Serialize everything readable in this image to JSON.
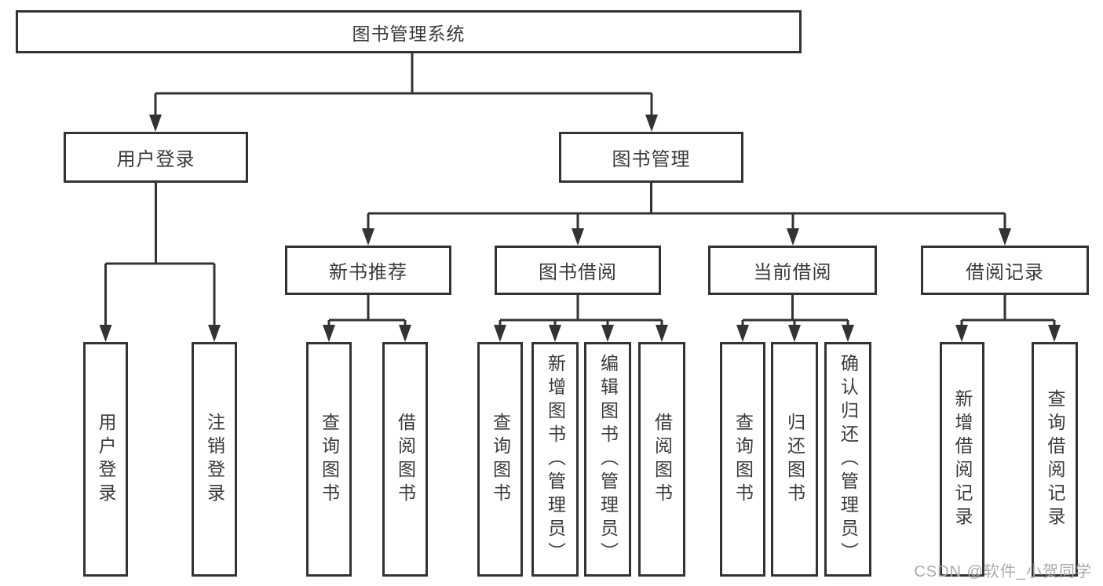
{
  "diagram_title": "图书管理系统",
  "nodes": {
    "root": {
      "label": "图书管理系统"
    },
    "user_login": {
      "label": "用户登录"
    },
    "book_mgmt": {
      "label": "图书管理"
    },
    "new_book_rec": {
      "label": "新书推荐"
    },
    "book_borrow": {
      "label": "图书借阅"
    },
    "current_borrow": {
      "label": "当前借阅"
    },
    "borrow_records": {
      "label": "借阅记录"
    },
    "leaf_user_login": {
      "label": "用户登录"
    },
    "leaf_logout": {
      "label": "注销登录"
    },
    "leaf_rec_query_books": {
      "label": "查询图书"
    },
    "leaf_rec_borrow_books": {
      "label": "借阅图书"
    },
    "leaf_bb_query_books": {
      "label": "查询图书"
    },
    "leaf_bb_add_books": {
      "label": "新增图书（管理员）"
    },
    "leaf_bb_edit_books": {
      "label": "编辑图书（管理员）"
    },
    "leaf_bb_borrow_books": {
      "label": "借阅图书"
    },
    "leaf_cb_query_books": {
      "label": "查询图书"
    },
    "leaf_cb_return_books": {
      "label": "归还图书"
    },
    "leaf_cb_confirm_return": {
      "label": "确认归还（管理员）"
    },
    "leaf_br_add_record": {
      "label": "新增借阅记录"
    },
    "leaf_br_query_record": {
      "label": "查询借阅记录"
    }
  },
  "hierarchy": {
    "图书管理系统": {
      "用户登录": [
        "用户登录",
        "注销登录"
      ],
      "图书管理": {
        "新书推荐": [
          "查询图书",
          "借阅图书"
        ],
        "图书借阅": [
          "查询图书",
          "新增图书（管理员）",
          "编辑图书（管理员）",
          "借阅图书"
        ],
        "当前借阅": [
          "查询图书",
          "归还图书",
          "确认归还（管理员）"
        ],
        "借阅记录": [
          "新增借阅记录",
          "查询借阅记录"
        ]
      }
    }
  },
  "watermark": "CSDN @软件_小贺同学",
  "colors": {
    "stroke": "#333333",
    "text": "#3a3a3a",
    "watermark": "#ababab",
    "background": "#ffffff"
  }
}
